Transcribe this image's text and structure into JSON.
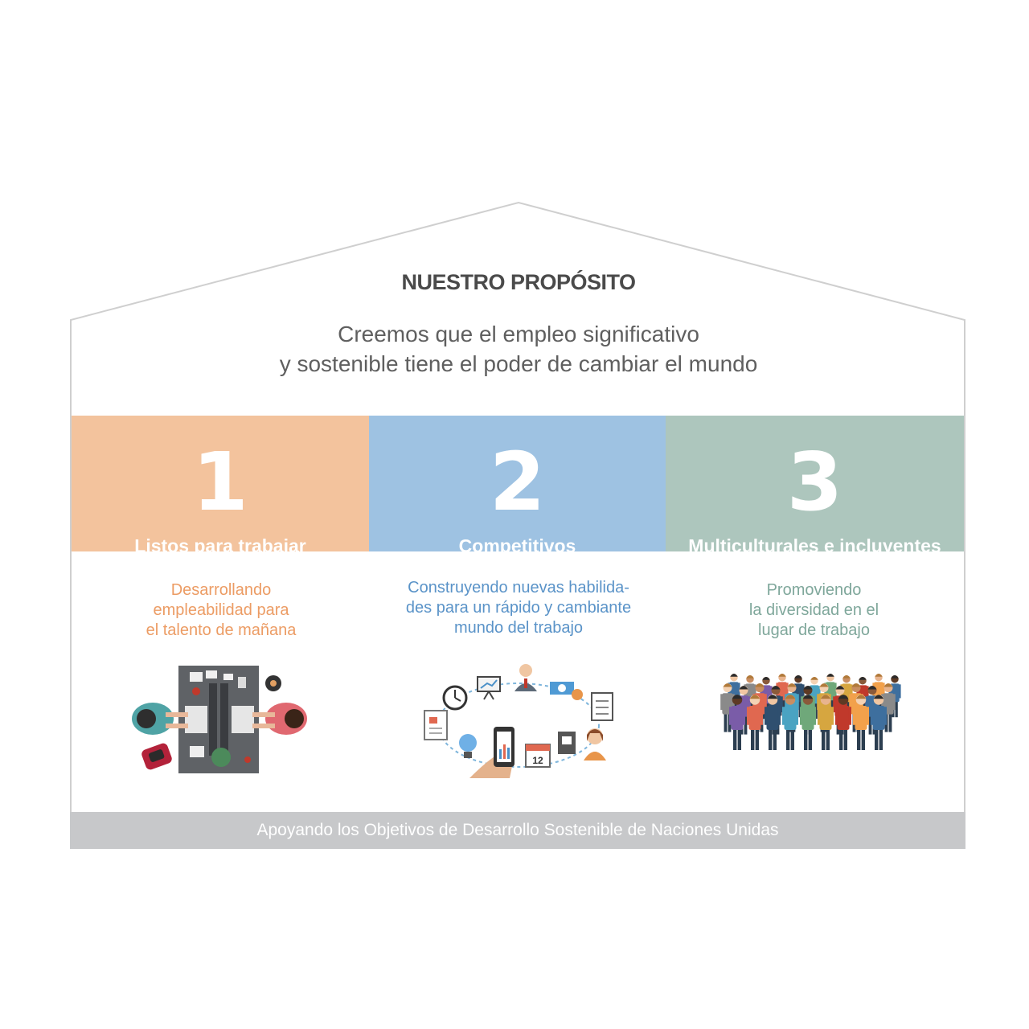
{
  "header": {
    "title": "NUESTRO PROPÓSITO",
    "subtitle_line1": "Creemos que el empleo significativo",
    "subtitle_line2": "y sostenible tiene el poder de cambiar el mundo"
  },
  "pillars": [
    {
      "number": "1",
      "label": "Listos para trabajar",
      "desc_lines": [
        "Desarrollando",
        "empleabilidad para",
        "el talento de mañana"
      ],
      "color": "#f3c39d",
      "text_color": "#ec9c64",
      "illustration": "coworkers-desk-icon"
    },
    {
      "number": "2",
      "label": "Competitivos",
      "desc_lines": [
        "Construyendo nuevas habilida-",
        "des para un rápido y cambiante",
        "mundo del trabajo"
      ],
      "color": "#9ec2e2",
      "text_color": "#5a93c8",
      "illustration": "skills-cycle-icon",
      "calendar_day": "12"
    },
    {
      "number": "3",
      "label": "Multiculturales e incluyentes",
      "desc_lines": [
        "Promoviendo",
        "la diversidad en el",
        "lugar de trabajo"
      ],
      "color": "#adc6bd",
      "text_color": "#7fa79b",
      "illustration": "diverse-crowd-icon"
    }
  ],
  "footer": {
    "text": "Apoyando los Objetivos de Desarrollo Sostenible de Naciones Unidas",
    "color": "#c7c8ca"
  }
}
